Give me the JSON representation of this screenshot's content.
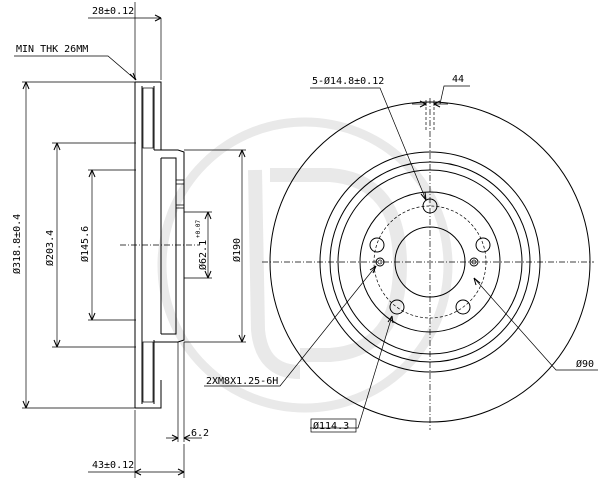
{
  "watermark": {
    "letters": "JD",
    "color": "#e9e9e9"
  },
  "side_view": {
    "labels": {
      "top_width": "28±0.12",
      "min_thickness": "MIN THK 26MM",
      "outer_diameter": "Ø318.8±0.4",
      "ring_diameter": "Ø203.4",
      "hub_diameter": "Ø145.6",
      "center_bore_value": "Ø62.1",
      "center_bore_tolerance": "+0.07",
      "hat_diameter": "Ø190",
      "hat_offset": "6.2",
      "overall_height": "43±0.12"
    }
  },
  "front_view": {
    "labels": {
      "bolt_holes": "5-Ø14.8±0.12",
      "top_dimension": "44",
      "threaded_holes": "2XM8X1.25-6H",
      "pcd": "Ø114.3",
      "hub_circle": "Ø90"
    }
  }
}
